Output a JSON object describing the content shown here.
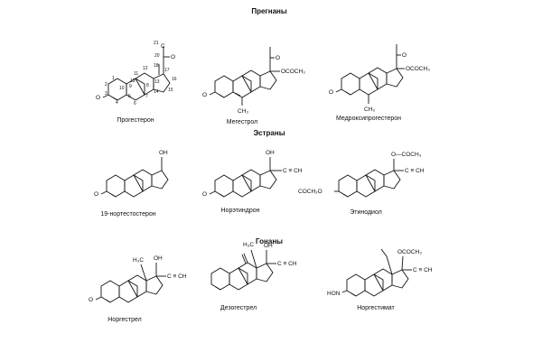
{
  "sections": [
    {
      "title": "Прегнаны",
      "compounds": [
        {
          "name": "Прогестерон",
          "oxygen": "O",
          "side_labels": [
            "C",
            "O"
          ],
          "numbers": [
            "1",
            "2",
            "3",
            "4",
            "5",
            "6",
            "7",
            "8",
            "9",
            "10",
            "11",
            "12",
            "13",
            "14",
            "15",
            "16",
            "17",
            "18",
            "19",
            "20",
            "21"
          ]
        },
        {
          "name": "Мегестрол",
          "oxygen": "O",
          "side_labels": [
            "O",
            "OCOCH₃",
            "CH₃"
          ]
        },
        {
          "name": "Медроксипрогестерон",
          "oxygen": "O",
          "side_labels": [
            "O",
            "OCOCH₃",
            "CH₃"
          ]
        }
      ]
    },
    {
      "title": "Эстраны",
      "compounds": [
        {
          "name": "19-нортестостерон",
          "oxygen": "O",
          "side_labels": [
            "OH"
          ]
        },
        {
          "name": "Норэтиндрон",
          "oxygen": "O",
          "side_labels": [
            "OH",
            "C ≡ CH"
          ]
        },
        {
          "name": "Этинодиол",
          "oxygen": "COCH₂O",
          "side_labels": [
            "O—COCH₃",
            "C ≡ CH"
          ]
        }
      ]
    },
    {
      "title": "Гонаны",
      "compounds": [
        {
          "name": "Норгестрел",
          "oxygen": "O",
          "side_labels": [
            "H₃C",
            "OH",
            "C ≡ CH"
          ]
        },
        {
          "name": "Дезогестрел",
          "oxygen": "",
          "side_labels": [
            "H₃C",
            "OH",
            "C ≡ CH"
          ]
        },
        {
          "name": "Норгестимат",
          "oxygen": "HON",
          "side_labels": [
            "OCOCH₃",
            "C ≡ CH"
          ]
        }
      ]
    }
  ]
}
